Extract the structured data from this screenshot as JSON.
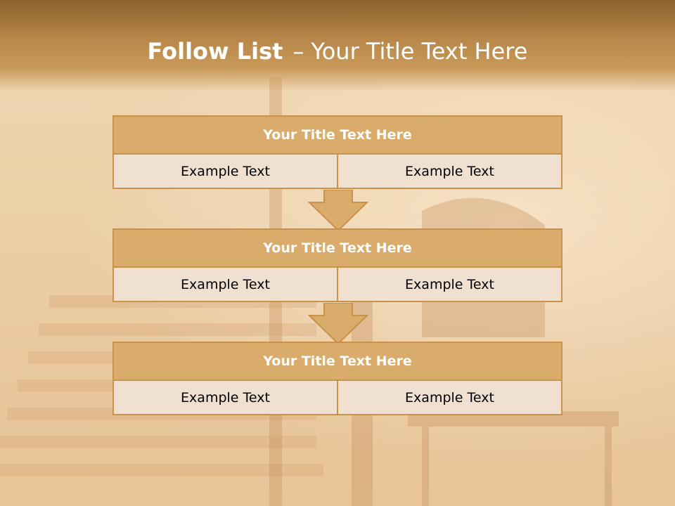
{
  "slide": {
    "title_bold": "Follow List",
    "title_separator": "–",
    "title_rest": "Your Title Text Here"
  },
  "blocks": [
    {
      "title": "Your Title Text Here",
      "cells": [
        "Example Text",
        "Example Text"
      ]
    },
    {
      "title": "Your Title Text Here",
      "cells": [
        "Example Text",
        "Example Text"
      ]
    },
    {
      "title": "Your Title Text Here",
      "cells": [
        "Example Text",
        "Example Text"
      ]
    }
  ],
  "colors": {
    "header_band": "#b9884a",
    "block_title_fill": "#d9ac6c",
    "block_border": "#c8924a",
    "cell_fill": "#f0e0d0",
    "arrow_fill": "#d9ac6c"
  },
  "icons": {
    "connector": "down-arrow-icon"
  }
}
